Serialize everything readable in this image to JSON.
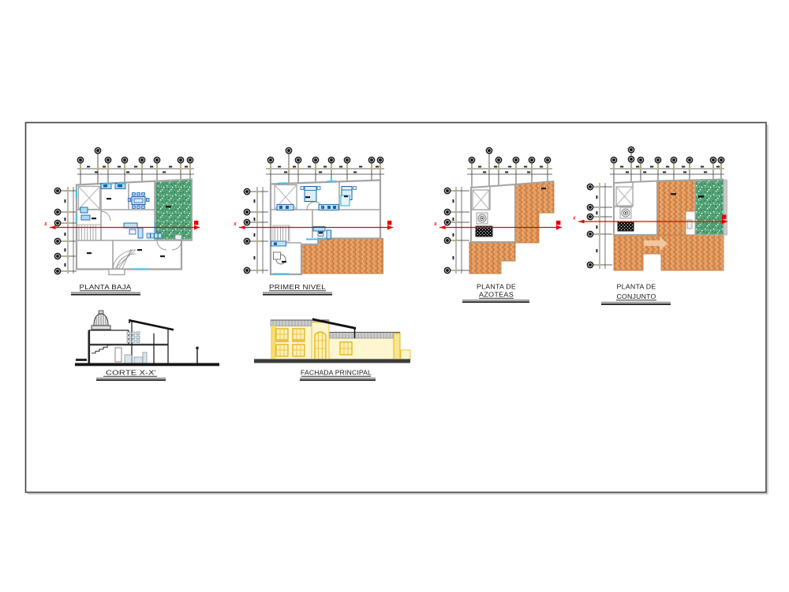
{
  "sheet": {
    "background": "#ffffff",
    "frame_stroke": "#414141"
  },
  "drawings": [
    {
      "id": "planta-baja",
      "title": "PLANTA BAJA"
    },
    {
      "id": "primer-nivel",
      "title": "PRIMER NIVEL"
    },
    {
      "id": "planta-de-azoteas",
      "title_line1": "PLANTA DE",
      "title_line2": "AZOTEAS"
    },
    {
      "id": "planta-de-conjunto",
      "title_line1": "PLANTA DE",
      "title_line2": "CONJUNTO"
    },
    {
      "id": "corte-x-x",
      "title": "CORTE X-X'"
    },
    {
      "id": "fachada-principal",
      "title": "FACHADA PRINCIPAL"
    }
  ],
  "section_markers": {
    "label": "X"
  },
  "colors": {
    "wall_gray": "#a3a3a3",
    "roof_tile_orange": "#df9355",
    "garden_green": "#53a276",
    "fixture_blue": "#1a5fa6",
    "window_cyan": "#3fc1ea",
    "section_red": "#e80000",
    "facade_yellow": "#eec52f",
    "dim_tick_yellow": "#d9c33b"
  }
}
